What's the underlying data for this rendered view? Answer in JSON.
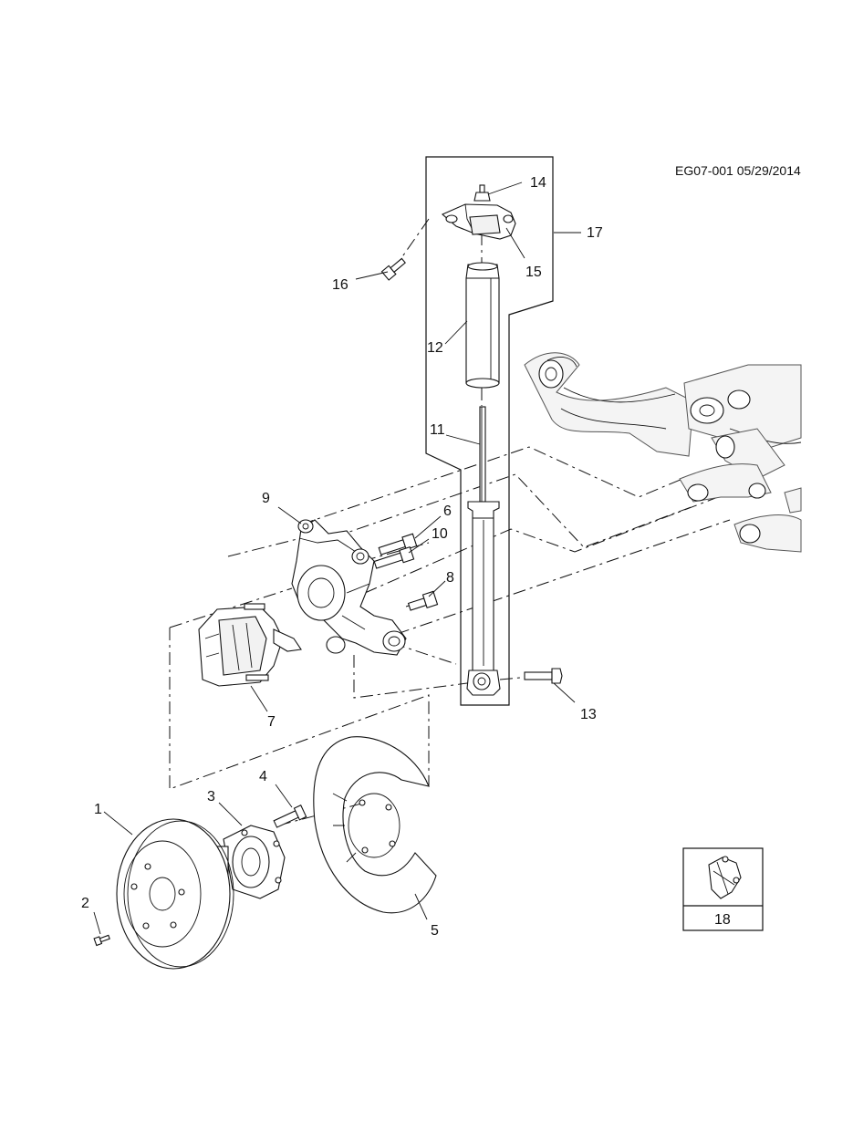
{
  "document_id": "EG07-001 05/29/2014",
  "callouts": {
    "c1": "1",
    "c2": "2",
    "c3": "3",
    "c4": "4",
    "c5": "5",
    "c6": "6",
    "c7": "7",
    "c8": "8",
    "c9": "9",
    "c10": "10",
    "c11": "11",
    "c12": "12",
    "c13": "13",
    "c14": "14",
    "c15": "15",
    "c16": "16",
    "c17": "17",
    "c18": "18"
  }
}
